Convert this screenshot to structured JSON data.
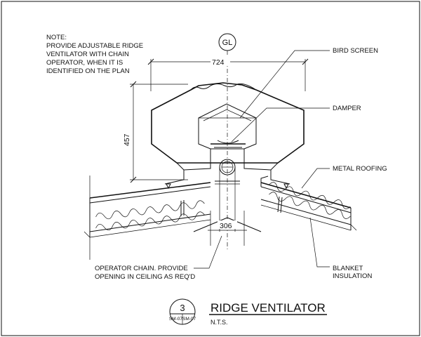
{
  "note": {
    "lines": [
      "NOTE:",
      "PROVIDE  ADJUSTABLE  RIDGE",
      "VENTILATOR WITH CHAIN",
      "OPERATOR, WHEN IT IS",
      "IDENTIFIED ON THE PLAN"
    ]
  },
  "grid_marker": "GL",
  "dimensions": {
    "width_top": "724",
    "height": "457",
    "opening": "306"
  },
  "labels": {
    "bird_screen": "BIRD SCREEN",
    "damper": "DAMPER",
    "metal_roofing": "METAL ROOFING",
    "blanket_line1": "BLANKET",
    "blanket_line2": "INSULATION",
    "operator_line1": "OPERATOR CHAIN. PROVIDE",
    "operator_line2": "OPENING IN CEILING AS REQ'D"
  },
  "title_block": {
    "number": "3",
    "sheet_ref": "SM-07SM-07",
    "title": "RIDGE VENTILATOR",
    "scale": "N.T.S."
  },
  "colors": {
    "ink": "#111111",
    "background": "#ffffff"
  }
}
